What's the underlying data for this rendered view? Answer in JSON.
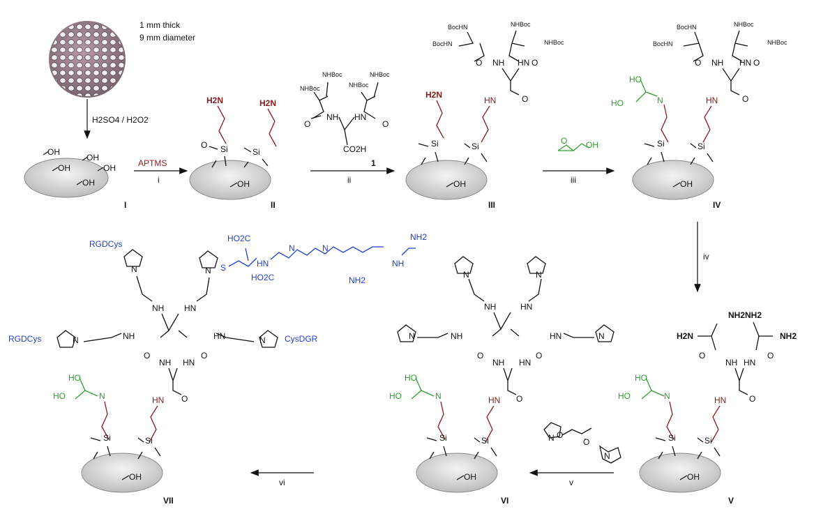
{
  "colors": {
    "amine_red": "#8b1a1a",
    "glycidol_green": "#2ca02c",
    "peptide_blue": "#1f3fd6",
    "substrate_gray": "#cfcfcf"
  },
  "top": {
    "disk_note_line1": "1 mm thick",
    "disk_note_line2": "9 mm diameter",
    "treatment": "H2SO4 / H2O2",
    "arrow_i_top": "APTMS",
    "arrow_i_bottom": "i",
    "arrow_ii_bottom": "ii",
    "arrow_iii_bottom": "iii",
    "reagent1_label": "1"
  },
  "substrates": {
    "I": "I",
    "II": "II",
    "III": "III",
    "IV": "IV",
    "V": "V",
    "VI": "VI",
    "VII": "VII"
  },
  "groups": {
    "oh": "OH",
    "h2n": "H2N",
    "nh2": "NH2",
    "nhboc": "NHBoc",
    "bochn": "BocHN",
    "nh": "NH",
    "hn": "HN",
    "n": "N",
    "o": "O",
    "si": "Si",
    "co2h": "CO2H",
    "ho": "HO",
    "s": "S",
    "ho2c": "HO2C",
    "rgdcys": "RGDCys",
    "cysdgr": "CysDGR"
  },
  "arrows": {
    "iv": "iv",
    "v": "v",
    "vi": "vi"
  }
}
